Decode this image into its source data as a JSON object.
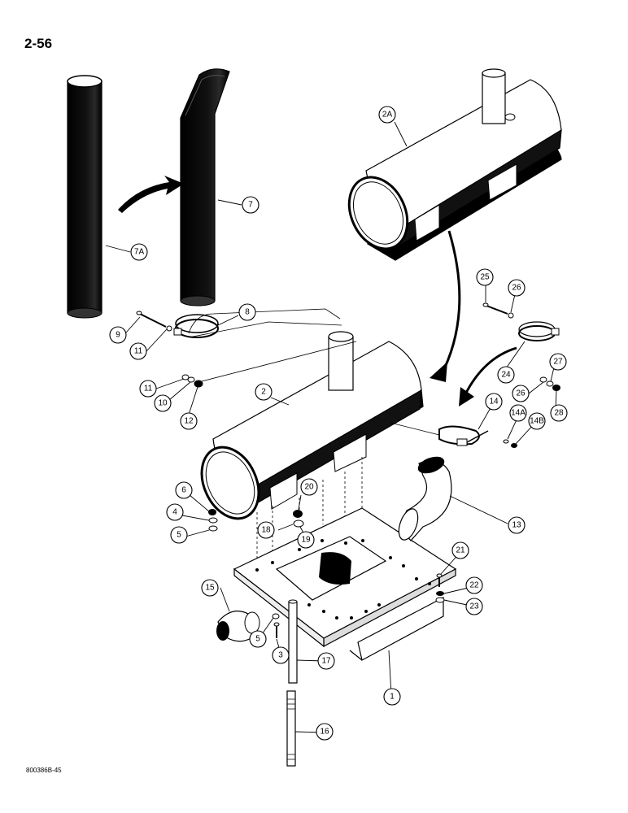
{
  "page": {
    "number": "2-56",
    "figure_code": "800386B-45"
  },
  "callouts": [
    {
      "key": "c7a",
      "label": "7A"
    },
    {
      "key": "c7",
      "label": "7"
    },
    {
      "key": "c2a",
      "label": "2A"
    },
    {
      "key": "c9",
      "label": "9"
    },
    {
      "key": "c11a",
      "label": "11"
    },
    {
      "key": "c8",
      "label": "8"
    },
    {
      "key": "c11b",
      "label": "11"
    },
    {
      "key": "c10",
      "label": "10"
    },
    {
      "key": "c12",
      "label": "12"
    },
    {
      "key": "c2",
      "label": "2"
    },
    {
      "key": "c25",
      "label": "25"
    },
    {
      "key": "c26a",
      "label": "26"
    },
    {
      "key": "c24",
      "label": "24"
    },
    {
      "key": "c27",
      "label": "27"
    },
    {
      "key": "c26b",
      "label": "26"
    },
    {
      "key": "c28",
      "label": "28"
    },
    {
      "key": "c14",
      "label": "14"
    },
    {
      "key": "c14a",
      "label": "14A"
    },
    {
      "key": "c14b",
      "label": "14B"
    },
    {
      "key": "c6",
      "label": "6"
    },
    {
      "key": "c4",
      "label": "4"
    },
    {
      "key": "c5a",
      "label": "5"
    },
    {
      "key": "c20",
      "label": "20"
    },
    {
      "key": "c18",
      "label": "18"
    },
    {
      "key": "c19",
      "label": "19"
    },
    {
      "key": "c13",
      "label": "13"
    },
    {
      "key": "c21",
      "label": "21"
    },
    {
      "key": "c22",
      "label": "22"
    },
    {
      "key": "c23",
      "label": "23"
    },
    {
      "key": "c15",
      "label": "15"
    },
    {
      "key": "c5b",
      "label": "5"
    },
    {
      "key": "c3",
      "label": "3"
    },
    {
      "key": "c17",
      "label": "17"
    },
    {
      "key": "c1",
      "label": "1"
    },
    {
      "key": "c16",
      "label": "16"
    }
  ]
}
